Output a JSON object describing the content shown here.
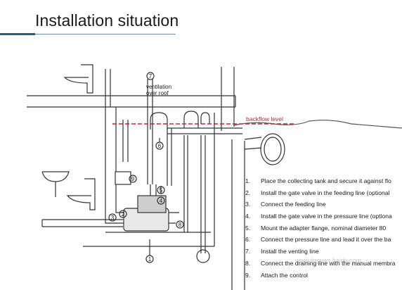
{
  "title": "Installation situation",
  "diagram": {
    "ventilation_label": "ventilation\nover roof",
    "backflow_label": "backflow level",
    "callouts": [
      "1",
      "2",
      "3",
      "4",
      "5",
      "6",
      "7",
      "8",
      "9"
    ],
    "colors": {
      "backflow": "#d11f2a",
      "title_accent": "#1f5f86",
      "lines": "#333333",
      "wall_fill": "#ffffff"
    }
  },
  "steps": [
    {
      "num": "1.",
      "text": "Place the collecting tank and secure it against flo"
    },
    {
      "num": "2.",
      "text": "Install the gate valve in the feeding line (optional"
    },
    {
      "num": "3.",
      "text": "Connect the feeding line"
    },
    {
      "num": "4.",
      "text": "Install the gate valve in the pressure line (optiona"
    },
    {
      "num": "5.",
      "text": "Mount the adapter flange, nominal diameter 80"
    },
    {
      "num": "6.",
      "text": "Connect the pressure line and lead it over the ba"
    },
    {
      "num": "7.",
      "text": "Install the venting line"
    },
    {
      "num": "8.",
      "text": "Connect the draining line with the manual membra"
    },
    {
      "num": "9.",
      "text": "Attach the control"
    }
  ],
  "watermark": "www.jingyan.baidu.com"
}
